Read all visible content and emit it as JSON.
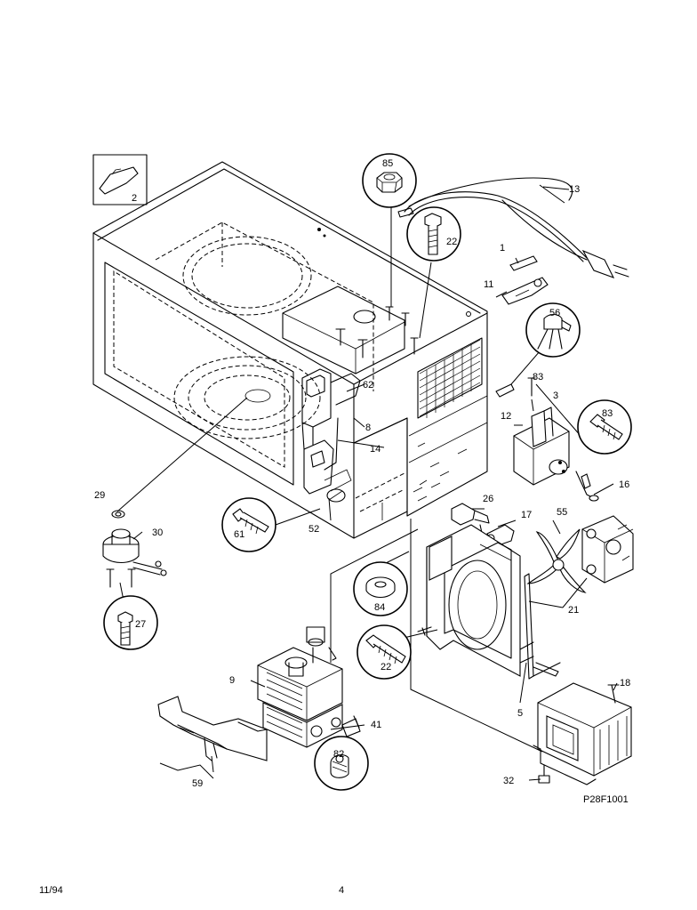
{
  "diagram_id": "P28F1001",
  "footer": {
    "date": "11/94",
    "page": "4"
  },
  "callouts": {
    "c1": "1",
    "c2": "2",
    "c3": "3",
    "c5": "5",
    "c8": "8",
    "c9": "9",
    "c11": "11",
    "c12": "12",
    "c13": "13",
    "c14": "14",
    "c16": "16",
    "c17": "17",
    "c18": "18",
    "c21": "21",
    "c22a": "22",
    "c22b": "22",
    "c26": "26",
    "c27": "27",
    "c29": "29",
    "c30": "30",
    "c32": "32",
    "c41": "41",
    "c52": "52",
    "c55": "55",
    "c56": "56",
    "c59": "59",
    "c61": "61",
    "c62": "62",
    "c82": "82",
    "c83a": "83",
    "c83b": "83",
    "c84": "84",
    "c85": "85"
  }
}
